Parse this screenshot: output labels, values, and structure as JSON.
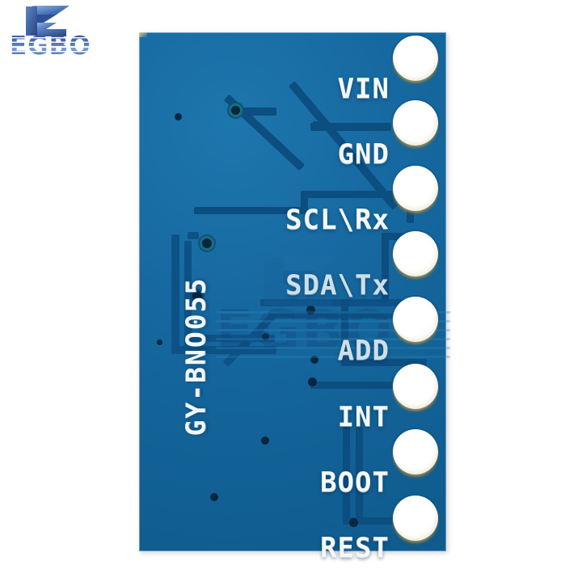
{
  "brand": {
    "name": "EGBO",
    "logo_icon": "egbo-chevron-logo",
    "logo_colors": [
      "#2e4f96",
      "#4a73bb",
      "#7f9ed2"
    ]
  },
  "watermark": {
    "name": "EGBO",
    "logo_icon": "egbo-chevron-logo",
    "opacity": "0.30"
  },
  "board": {
    "part_label": "GY-BNO055",
    "solder_mask_color": "#15679e",
    "trace_color": "#0c4e80",
    "silkscreen_color": "#f4f8fb",
    "pad_color": "#ffffff",
    "pad_count": 8,
    "pins": [
      {
        "label": "VIN",
        "index": 1
      },
      {
        "label": "GND",
        "index": 2
      },
      {
        "label": "SCL\\Rx",
        "index": 3
      },
      {
        "label": "SDA\\Tx",
        "index": 4
      },
      {
        "label": "ADD",
        "index": 5
      },
      {
        "label": "INT",
        "index": 6
      },
      {
        "label": "BOOT",
        "index": 7
      },
      {
        "label": "REST",
        "index": 8
      }
    ]
  }
}
